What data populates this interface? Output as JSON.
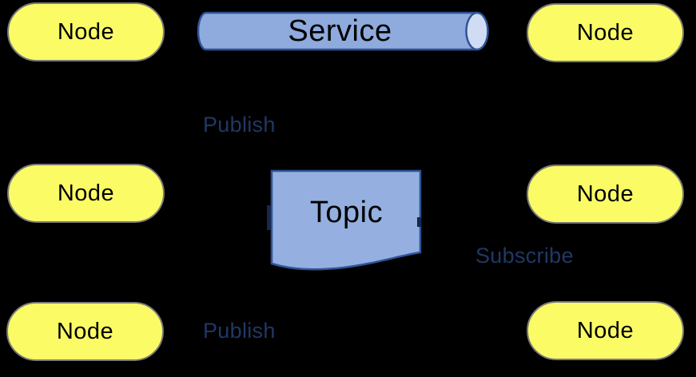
{
  "colors": {
    "background": "#000000",
    "node_fill": "#FBFB66",
    "node_border": "#7A7A7A",
    "node_text": "#000000",
    "pipe_fill": "#8FAADC",
    "pipe_cap_fill": "#CFDCF3",
    "shape_border": "#2F5496",
    "topic_fill": "#94AFE0",
    "shape_text": "#000000",
    "relation_label_color": "#203864"
  },
  "nodes": [
    {
      "id": "top-left",
      "label": "Node"
    },
    {
      "id": "top-right",
      "label": "Node"
    },
    {
      "id": "middle-left",
      "label": "Node"
    },
    {
      "id": "middle-right",
      "label": "Node"
    },
    {
      "id": "bottom-left",
      "label": "Node"
    },
    {
      "id": "bottom-right",
      "label": "Node"
    }
  ],
  "shapes": {
    "service": {
      "label": "Service",
      "type": "pipe-cylinder"
    },
    "topic": {
      "label": "Topic",
      "type": "document"
    }
  },
  "relations": {
    "publish_top": "Publish",
    "subscribe": "Subscribe",
    "publish_bottom": "Publish"
  }
}
